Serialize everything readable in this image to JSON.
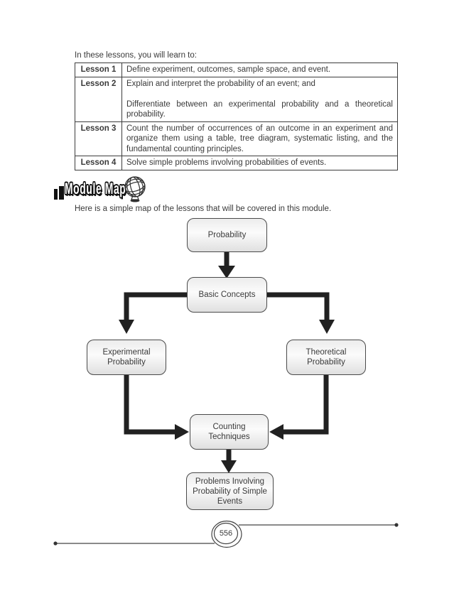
{
  "page": {
    "background": "#ffffff",
    "ink": "#3a3a3a",
    "arrow_color": "#212121"
  },
  "intro": {
    "text": "In these lessons, you will learn to:"
  },
  "lessons_table": {
    "rows": [
      {
        "label": "Lesson 1",
        "text": "Define experiment, outcomes, sample space, and event."
      },
      {
        "label": "Lesson 2",
        "para1": "Explain and interpret the probability of an event; and",
        "para2": "Differentiate between an experimental probability and a theoretical probability."
      },
      {
        "label": "Lesson 3",
        "text": "Count the number of occurrences of an outcome in an experiment and organize them using a table, tree diagram, systematic listing, and the fundamental counting principles."
      },
      {
        "label": "Lesson 4",
        "text": "Solve simple problems involving probabilities of events."
      }
    ]
  },
  "module_map": {
    "heading": "Module Map",
    "icon": "globe-icon",
    "caption": "Here is a simple map of the lessons that will be covered in this module."
  },
  "flowchart": {
    "type": "diagram",
    "nodes": {
      "probability": "Probability",
      "basic_concepts": "Basic Concepts",
      "experimental": "Experimental Probability",
      "theoretical": "Theoretical Probability",
      "counting": "Counting Techniques",
      "problems": "Problems Involving Probability of Simple Events"
    },
    "edges": [
      "probability->basic_concepts",
      "basic_concepts->experimental",
      "basic_concepts->theoretical",
      "experimental->counting",
      "theoretical->counting",
      "counting->problems"
    ]
  },
  "footer": {
    "page_number": "556"
  }
}
